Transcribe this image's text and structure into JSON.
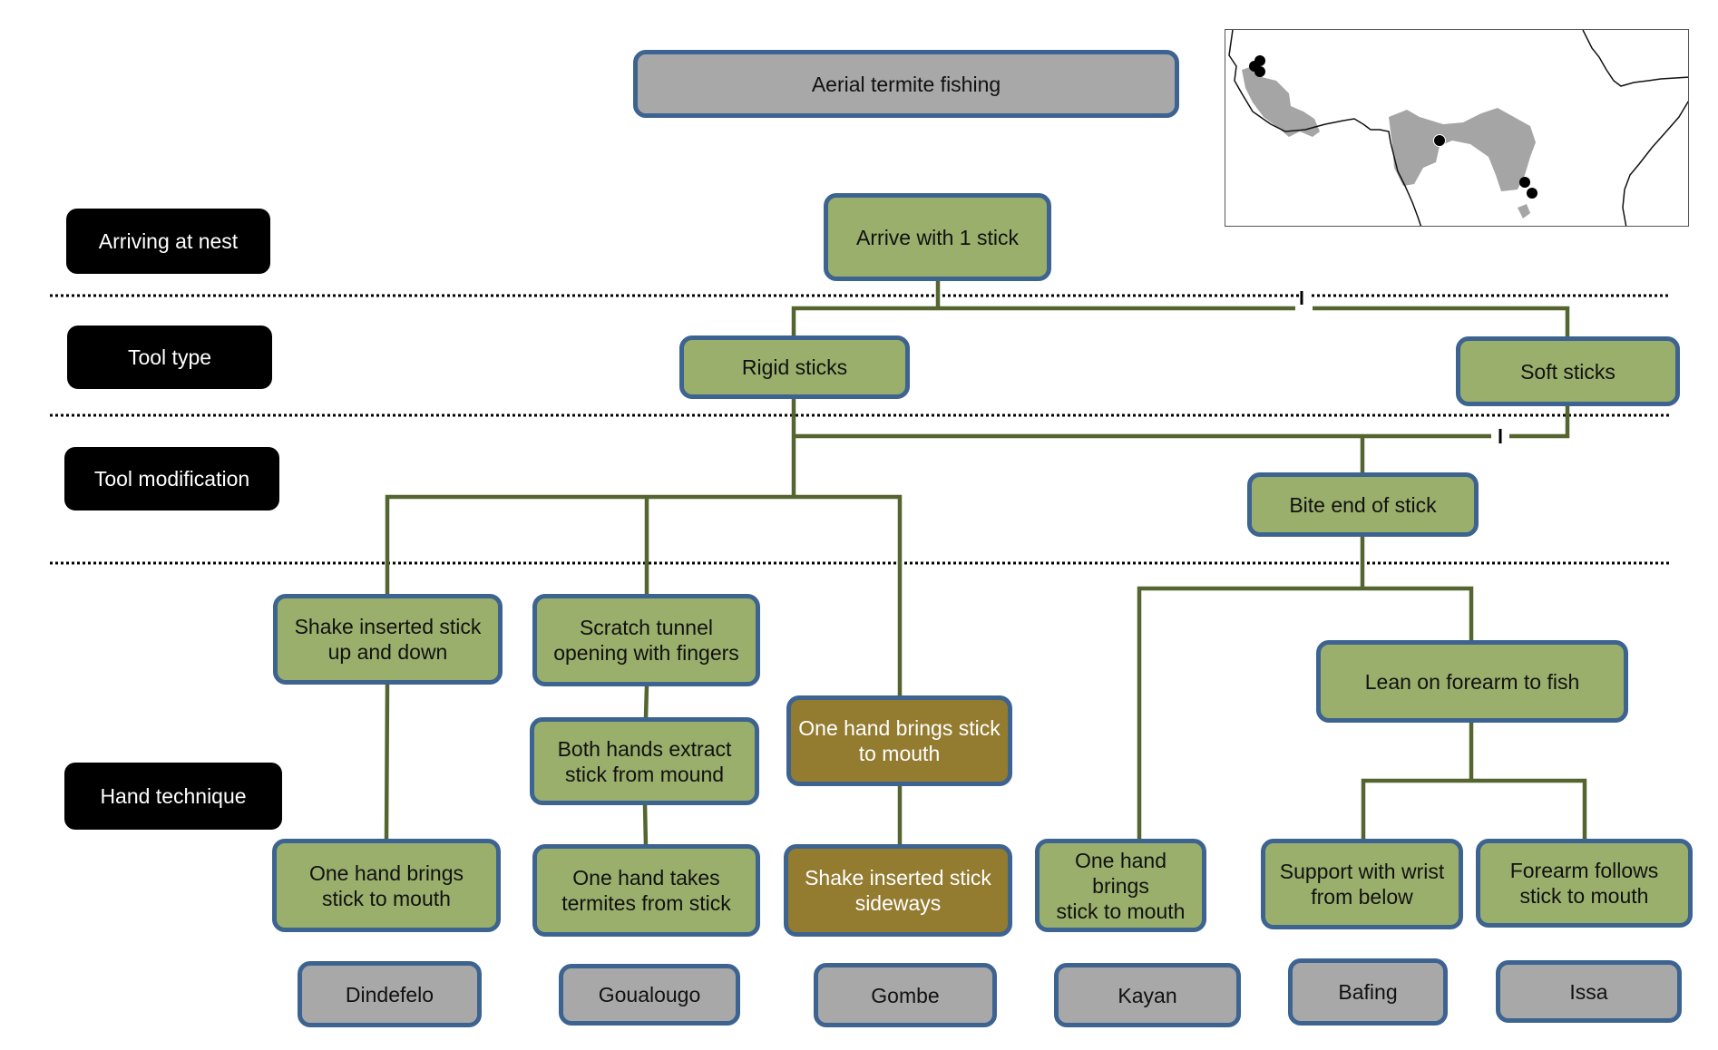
{
  "title": "Aerial termite fishing",
  "categories": [
    {
      "id": "arriving",
      "label": "Arriving at nest"
    },
    {
      "id": "tool-type",
      "label": "Tool type"
    },
    {
      "id": "tool-modification",
      "label": "Tool modification"
    },
    {
      "id": "hand-technique",
      "label": "Hand technique"
    }
  ],
  "nodes": {
    "arrive": "Arrive with 1 stick",
    "rigid": "Rigid sticks",
    "soft": "Soft sticks",
    "bite": "Bite end of stick",
    "shake_updown": "Shake inserted stick\nup and down",
    "scratch": "Scratch tunnel\nopening with fingers",
    "both_hands": "Both hands extract\nstick from mound",
    "one_hand_olive": "One hand brings stick\nto mouth",
    "lean": "Lean on forearm to fish",
    "dind_tech": "One hand brings\nstick to mouth",
    "goua_tech": "One hand takes\ntermites from stick",
    "gombe_tech": "Shake inserted stick\nsideways",
    "kayan_tech": "One hand brings\nstick to mouth",
    "bafing_tech": "Support with wrist\nfrom below",
    "issa_tech": "Forearm follows\nstick to mouth"
  },
  "sites": [
    "Dindefelo",
    "Goualougo",
    "Gombe",
    "Kayan",
    "Bafing",
    "Issa"
  ],
  "map": {
    "description": "Map of equatorial Africa showing chimpanzee range in grey with study site markers",
    "site_markers": 6
  },
  "colors": {
    "green_node": "#9aaf6c",
    "grey_node": "#a8a8a8",
    "olive_node": "#937b30",
    "node_border": "#3d6390",
    "connector": "#556530",
    "category_bg": "#000000"
  }
}
